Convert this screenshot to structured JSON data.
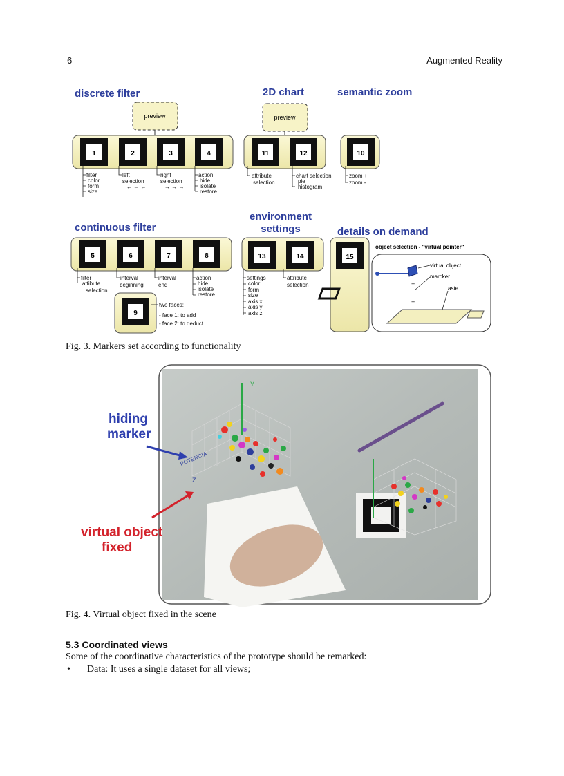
{
  "header": {
    "page_number": "6",
    "running_title": "Augmented Reality"
  },
  "figure3": {
    "groups": {
      "discrete_filter": "discrete filter",
      "chart_2d": "2D chart",
      "semantic_zoom": "semantic zoom",
      "continuous_filter": "continuous filter",
      "environment_settings_1": "environment",
      "environment_settings_2": "settings",
      "details_on_demand": "details on demand"
    },
    "preview": "preview",
    "markers": [
      "1",
      "2",
      "3",
      "4",
      "5",
      "6",
      "7",
      "8",
      "9",
      "10",
      "11",
      "12",
      "13",
      "14",
      "15"
    ],
    "labels": {
      "m1": [
        "filter",
        "color",
        "form",
        "size"
      ],
      "m2": [
        "left",
        "selection",
        "← ← ←"
      ],
      "m3": [
        "right",
        "selection",
        "→ → →"
      ],
      "m4": [
        "action",
        "hide",
        "isolate",
        "restore"
      ],
      "m11": [
        "attribute",
        "selection"
      ],
      "m12": [
        "chart selection",
        "pie",
        "histogram"
      ],
      "m10": [
        "zoom +",
        "zoom -"
      ],
      "m5": [
        "filter",
        "attibute",
        "selection"
      ],
      "m6": [
        "interval",
        "beginning"
      ],
      "m7": [
        "interval",
        "end"
      ],
      "m8": [
        "action",
        "hide",
        "isolate",
        "restore"
      ],
      "m9": [
        "two faces:",
        "- face 1: to add",
        "- face 2: to deduct"
      ],
      "m13": [
        "settings",
        "color",
        "form",
        "size",
        "axis x",
        "axis y",
        "axis z"
      ],
      "m14": [
        "attribute",
        "selection"
      ],
      "dod_title": "object selection - \"virtual pointer\"",
      "virtual_object": "virtual object",
      "marcker": "marcker",
      "aste": "aste"
    },
    "caption": "Fig. 3. Markers set according to functionality"
  },
  "figure4": {
    "annotations": {
      "hiding_1": "hiding",
      "hiding_2": "marker",
      "virtual_1": "virtual object",
      "virtual_2": "fixed",
      "axis_label": "POTENCIA"
    },
    "caption": "Fig. 4. Virtual object fixed in the scene"
  },
  "section": {
    "title": "5.3 Coordinated views",
    "intro": "Some of the coordinative characteristics of the prototype should be remarked:",
    "bullets": [
      {
        "marker": "•",
        "text": "Data: It uses a single dataset for all views;"
      }
    ]
  },
  "colors": {
    "group_title": "#2d3e9c",
    "panel_fill": "#f3efbf",
    "marker_black": "#111111",
    "hiding_blue": "#2e3fae",
    "virtual_red": "#d3222b"
  }
}
